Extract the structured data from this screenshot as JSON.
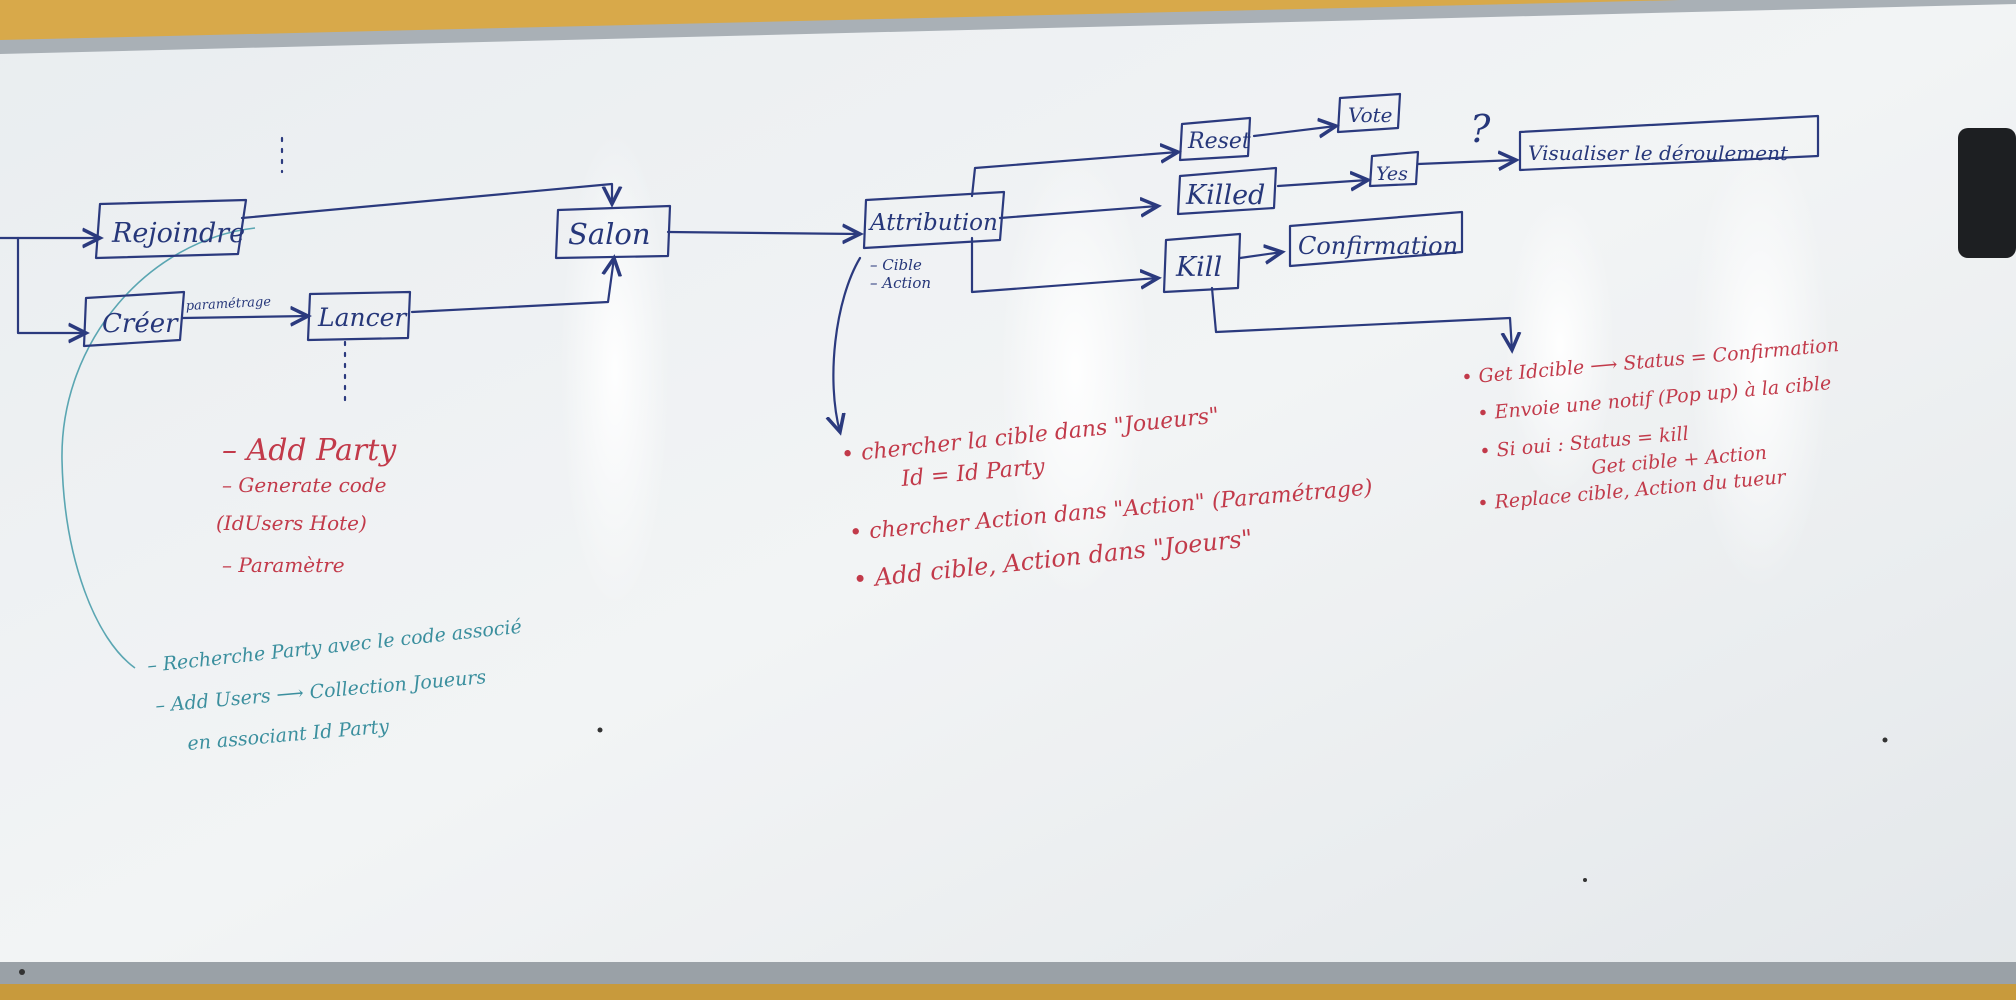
{
  "whiteboard": {
    "boxes": {
      "rejoindre": "Rejoindre",
      "creer": "Créer",
      "lancer": "Lancer",
      "salon": "Salon",
      "attribution": "Attribution",
      "reset": "Reset",
      "vote": "Vote",
      "killed": "Killed",
      "yes": "Yes",
      "visualiser": "Visualiser le déroulement",
      "kill": "Kill",
      "confirmation": "Confirmation"
    },
    "arrow_labels": {
      "parametrage": "paramétrage",
      "question": "?",
      "attribution_notes": [
        "– Cible",
        "– Action"
      ]
    },
    "notes_creer": [
      "– Add Party",
      "– Generate code",
      "(IdUsers Hote)",
      "– Paramètre"
    ],
    "notes_rejoindre": [
      "– Recherche Party avec le code associé",
      "– Add Users ⟶ Collection Joueurs",
      "en associant Id Party"
    ],
    "notes_attribution": [
      "• chercher la cible dans \"Joueurs\"",
      "Id = Id Party",
      "• chercher Action dans \"Action\" (Paramétrage)",
      "• Add cible, Action dans \"Joeurs\""
    ],
    "notes_kill": [
      "• Get Idcible ⟶ Status = Confirmation",
      "• Envoie une notif (Pop up) à la cible",
      "• Si oui : Status = kill",
      "Get cible + Action",
      "• Replace cible, Action du tueur"
    ]
  },
  "colors": {
    "wall": "#d8a94a",
    "board": "#eef1f3",
    "frame": "#a9b0b6",
    "marker_blue": "#26377a",
    "marker_red": "#c23a4a",
    "marker_teal": "#3b8f9e"
  }
}
